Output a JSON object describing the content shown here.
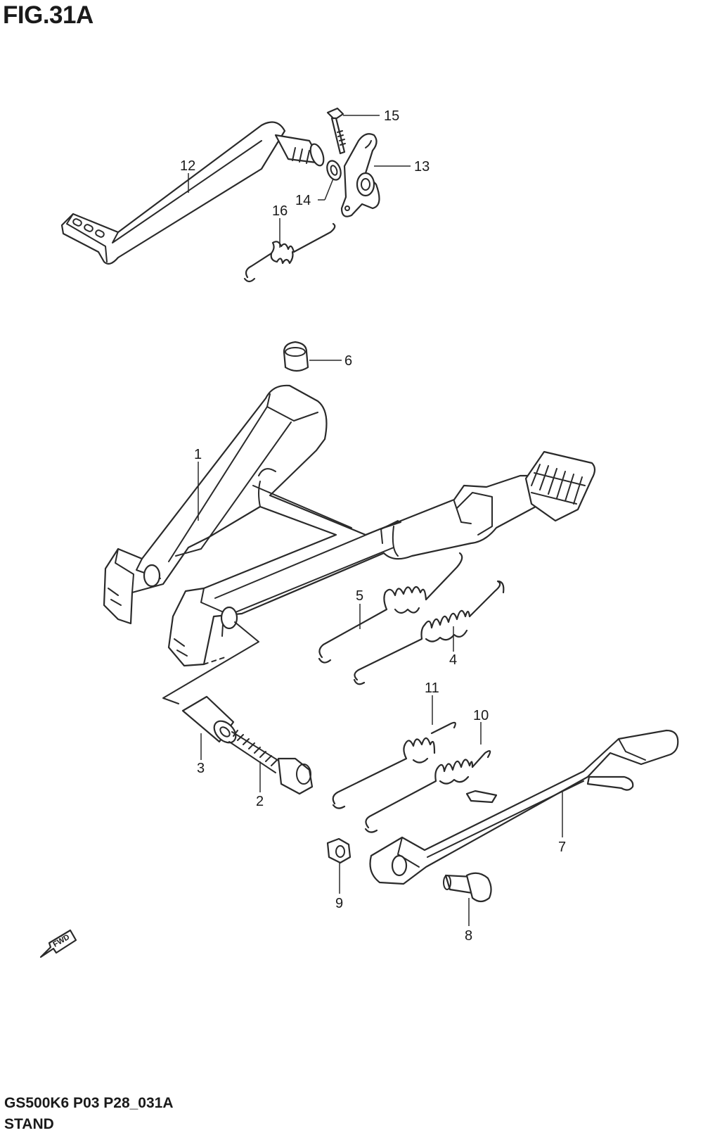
{
  "figure": {
    "title": "FIG.31A"
  },
  "footer": {
    "code": "GS500K6 P03 P28_031A",
    "name": "STAND"
  },
  "fwd_label": "FWD",
  "callouts": [
    {
      "id": "1",
      "label": "1"
    },
    {
      "id": "2",
      "label": "2"
    },
    {
      "id": "3",
      "label": "3"
    },
    {
      "id": "4",
      "label": "4"
    },
    {
      "id": "5",
      "label": "5"
    },
    {
      "id": "6",
      "label": "6"
    },
    {
      "id": "7",
      "label": "7"
    },
    {
      "id": "8",
      "label": "8"
    },
    {
      "id": "9",
      "label": "9"
    },
    {
      "id": "10",
      "label": "10"
    },
    {
      "id": "11",
      "label": "11"
    },
    {
      "id": "12",
      "label": "12"
    },
    {
      "id": "13",
      "label": "13"
    },
    {
      "id": "14",
      "label": "14"
    },
    {
      "id": "15",
      "label": "15"
    },
    {
      "id": "16",
      "label": "16"
    }
  ]
}
